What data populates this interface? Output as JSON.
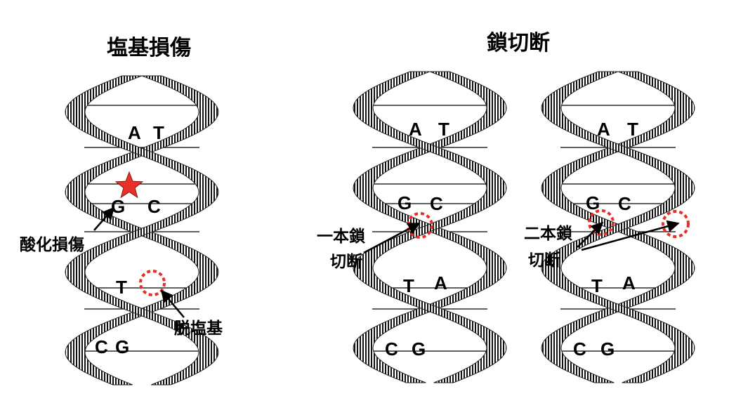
{
  "titles": {
    "base_damage": "塩基損傷",
    "strand_break": "鎖切断"
  },
  "helices": [
    {
      "pairs": [
        [
          "A",
          "T"
        ],
        [
          "G",
          "C"
        ],
        [
          "T",
          ""
        ],
        [
          "C",
          "G"
        ]
      ]
    },
    {
      "pairs": [
        [
          "A",
          "T"
        ],
        [
          "G",
          "C"
        ],
        [
          "T",
          "A"
        ],
        [
          "C",
          "G"
        ]
      ]
    },
    {
      "pairs": [
        [
          "A",
          "T"
        ],
        [
          "G",
          "C"
        ],
        [
          "T",
          "A"
        ],
        [
          "C",
          "G"
        ]
      ]
    }
  ],
  "labels": {
    "oxidative_damage": "酸化損傷",
    "abasic": "脱塩基",
    "single_break_1": "一本鎖",
    "single_break_2": "切断",
    "double_break_1": "二本鎖",
    "double_break_2": "切断"
  },
  "colors": {
    "damage_star": "#e8302a",
    "damage_circle": "#e8302a",
    "strand": "#000000"
  }
}
